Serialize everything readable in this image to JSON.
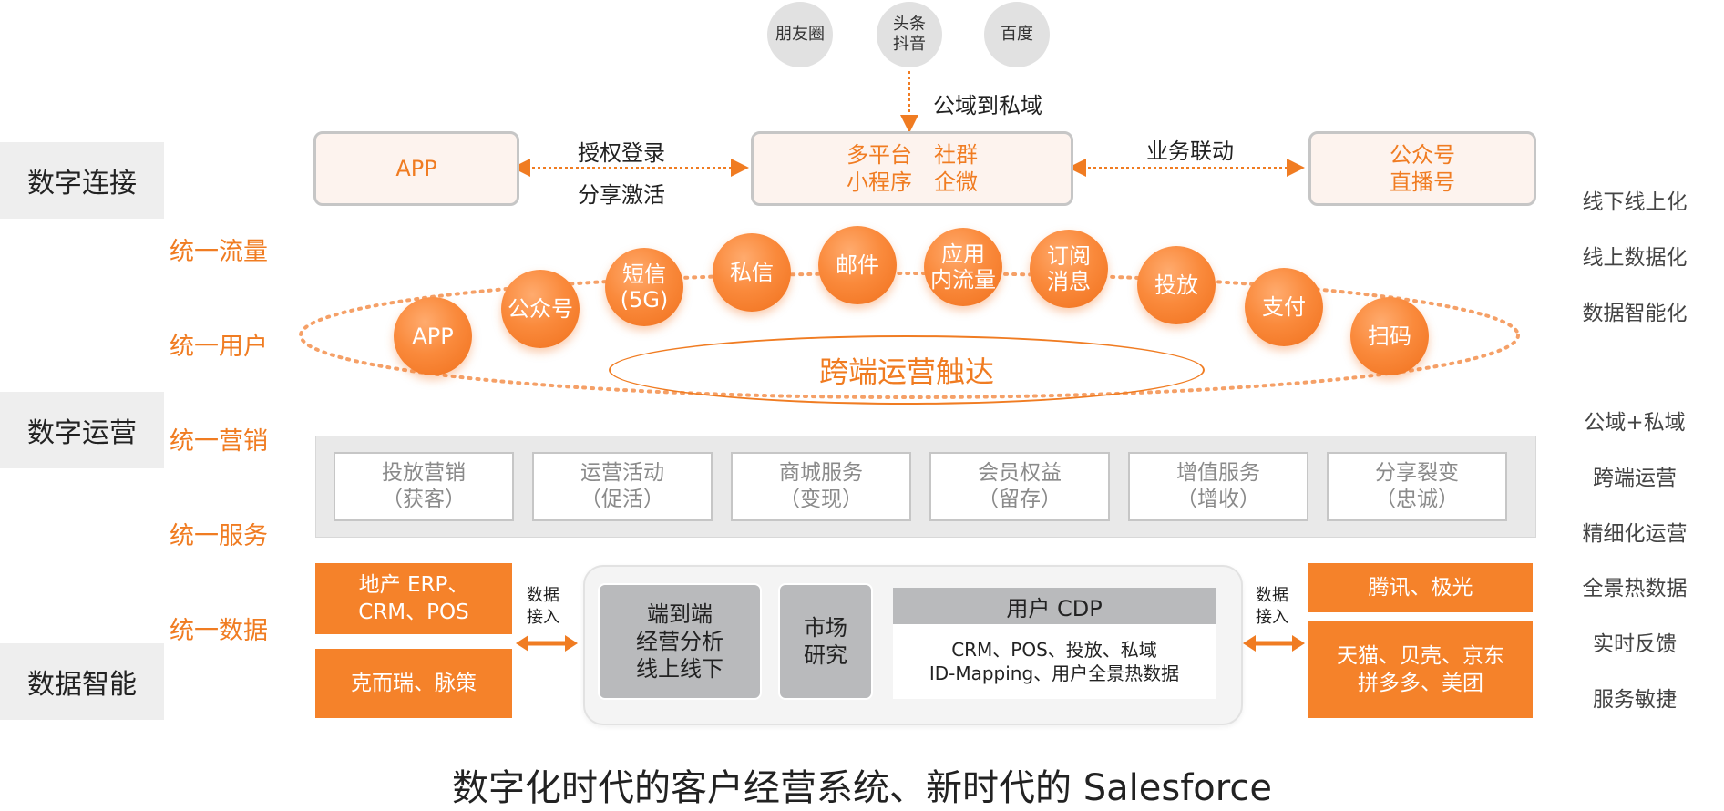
{
  "top_sources": [
    {
      "label": "朋友圈"
    },
    {
      "label": "头条\n抖音"
    },
    {
      "label": "百度"
    }
  ],
  "flow_label": "公域到私域",
  "sections": {
    "connect": "数字连接",
    "operate": "数字运营",
    "intelligence": "数据智能"
  },
  "unified": [
    "统一流量",
    "统一用户",
    "统一营销",
    "统一服务",
    "统一数据"
  ],
  "connect_boxes": {
    "app": "APP",
    "center": "多平台　社群\n小程序　企微",
    "right": "公众号\n直播号"
  },
  "link_labels": {
    "left_top": "授权登录",
    "left_bottom": "分享激活",
    "right": "业务联动"
  },
  "touchpoints": [
    "APP",
    "公众号",
    "短信\n(5G)",
    "私信",
    "邮件",
    "应用\n内流量",
    "订阅\n消息",
    "投放",
    "支付",
    "扫码"
  ],
  "ops_core": "跨端运营触达",
  "services": [
    {
      "name": "投放营销",
      "sub": "（获客）"
    },
    {
      "name": "运营活动",
      "sub": "（促活）"
    },
    {
      "name": "商城服务",
      "sub": "（变现）"
    },
    {
      "name": "会员权益",
      "sub": "（留存）"
    },
    {
      "name": "增值服务",
      "sub": "（增收）"
    },
    {
      "name": "分享裂变",
      "sub": "（忠诚）"
    }
  ],
  "left_sources": [
    "地产 ERP、\nCRM、POS",
    "克而瑞、脉策"
  ],
  "right_sources": [
    "腾讯、极光",
    "天猫、贝壳、京东\n拼多多、美团"
  ],
  "data_in_label": "数据\n接入",
  "data_modules": {
    "analysis": "端到端\n经营分析\n线上线下",
    "research": "市场\n研究",
    "cdp_title": "用户 CDP",
    "cdp_line1": "CRM、POS、投放、私域",
    "cdp_line2": "ID-Mapping、用户全景热数据"
  },
  "right_column": [
    "线下线上化",
    "线上数据化",
    "数据智能化",
    "公域+私域",
    "跨端运营",
    "精细化运营",
    "全景热数据",
    "实时反馈",
    "服务敏捷"
  ],
  "footer": "数字化时代的客户经营系统、新时代的 Salesforce",
  "colors": {
    "accent": "#f07c22",
    "gray_box": "#b9babc",
    "label_bg": "#eeeeee"
  }
}
